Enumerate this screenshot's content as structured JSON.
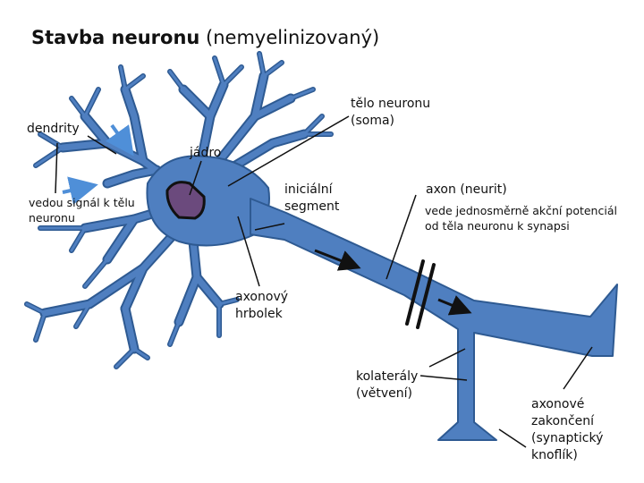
{
  "title": {
    "bold": "Stavba neuronu",
    "rest": " (nemyelinizovaný)"
  },
  "labels": {
    "dendrity": "dendrity",
    "signal": [
      "vedou signál k tělu",
      "neuronu"
    ],
    "jadro": "jádro",
    "soma": [
      "tělo neuronu",
      "(soma)"
    ],
    "inicialni": [
      "iniciální",
      "segment"
    ],
    "axon": "axon (neurit)",
    "axon_desc": [
      "vede jednosměrně akční potenciál",
      "od těla neuronu k synapsi"
    ],
    "hrbolek": [
      "axonový",
      "hrbolek"
    ],
    "kolateraly": [
      "kolaterály",
      "(větvení)"
    ],
    "zakonceni": [
      "axonové",
      "zakončení",
      "(synaptický",
      "knoflík)"
    ]
  },
  "colors": {
    "neuron_fill": "#4f7fc0",
    "neuron_stroke": "#2e5a92",
    "nucleus_fill": "#6b4a7d",
    "arrow_blue": "#4f8fd8",
    "line": "#111111"
  }
}
